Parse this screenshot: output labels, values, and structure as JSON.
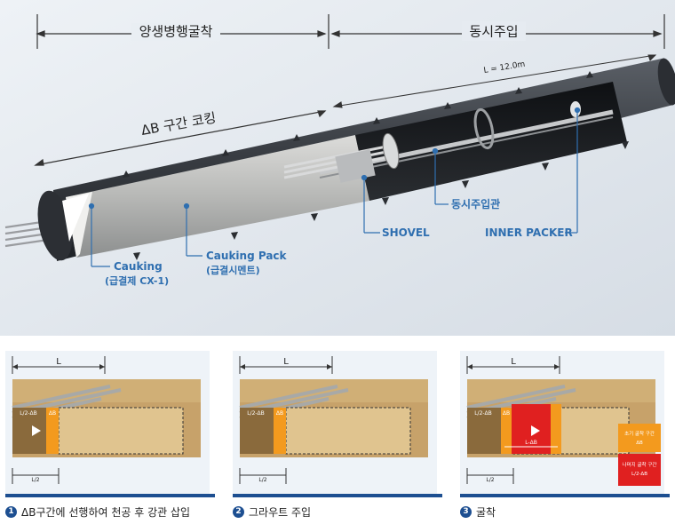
{
  "top": {
    "label_excavation": "양생병행굴착",
    "label_injection": "동시주입",
    "label_length": "L = 12.0m",
    "label_coking": "ΔB 구간 코킹",
    "callout_shovel": "SHOVEL",
    "callout_pipe": "동시주입관",
    "callout_packer": "INNER PACKER",
    "callout_cauking_1": "Cauking",
    "callout_cauking_2": "(급결제 CX-1)",
    "callout_pack_1": "Cauking Pack",
    "callout_pack_2": "(급결시멘트)"
  },
  "panels": [
    {
      "L": "L",
      "half": "L/2",
      "seg_label": "L/2-ΔB",
      "delta": "ΔB"
    },
    {
      "L": "L",
      "half": "L/2",
      "seg_label": "L/2-ΔB",
      "delta": "ΔB"
    },
    {
      "L": "L",
      "half": "L/2",
      "seg_label": "L/2-ΔB",
      "delta": "ΔB",
      "mid_label": "L-ΔB",
      "legend_1_a": "초기 굴착 구간",
      "legend_1_b": "ΔB",
      "legend_2_a": "나머지 굴착 구간",
      "legend_2_b": "L/2-ΔB"
    }
  ],
  "captions": [
    {
      "num": "1",
      "text": "ΔB구간에 선행하여 천공 후 강관 삽입"
    },
    {
      "num": "2",
      "text": "그라우트 주입"
    },
    {
      "num": "3",
      "text": "굴착"
    }
  ]
}
